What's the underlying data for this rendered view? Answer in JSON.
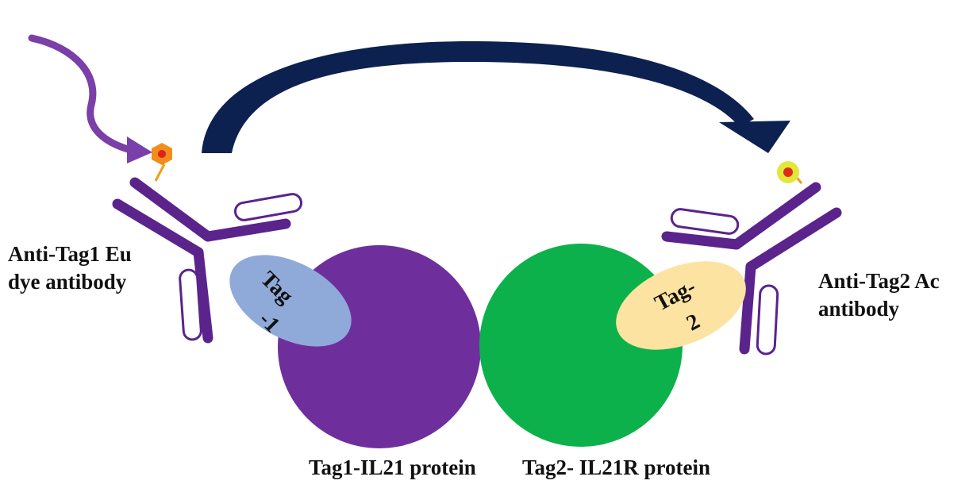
{
  "labels": {
    "left_antibody_line1": "Anti-Tag1 Eu",
    "left_antibody_line2": "dye  antibody",
    "right_antibody_line1": "Anti-Tag2 Ac",
    "right_antibody_line2": "antibody",
    "protein1": "Tag1-IL21 protein",
    "protein2": "Tag2- IL21R protein",
    "tag1_line1": "Tag",
    "tag1_line2": "-1",
    "tag2_line1": "Tag-",
    "tag2_line2": "2"
  },
  "colors": {
    "excitation_arrow": "#7a3fa8",
    "fret_arrow": "#0c2150",
    "antibody": "#5b238c",
    "protein1": "#6e2f9c",
    "protein2": "#0db14b",
    "tag1": "#8fa9d9",
    "tag2": "#fde3a1",
    "donor_dye": "#f28c1b",
    "acceptor_dye": "#e1e83a"
  }
}
